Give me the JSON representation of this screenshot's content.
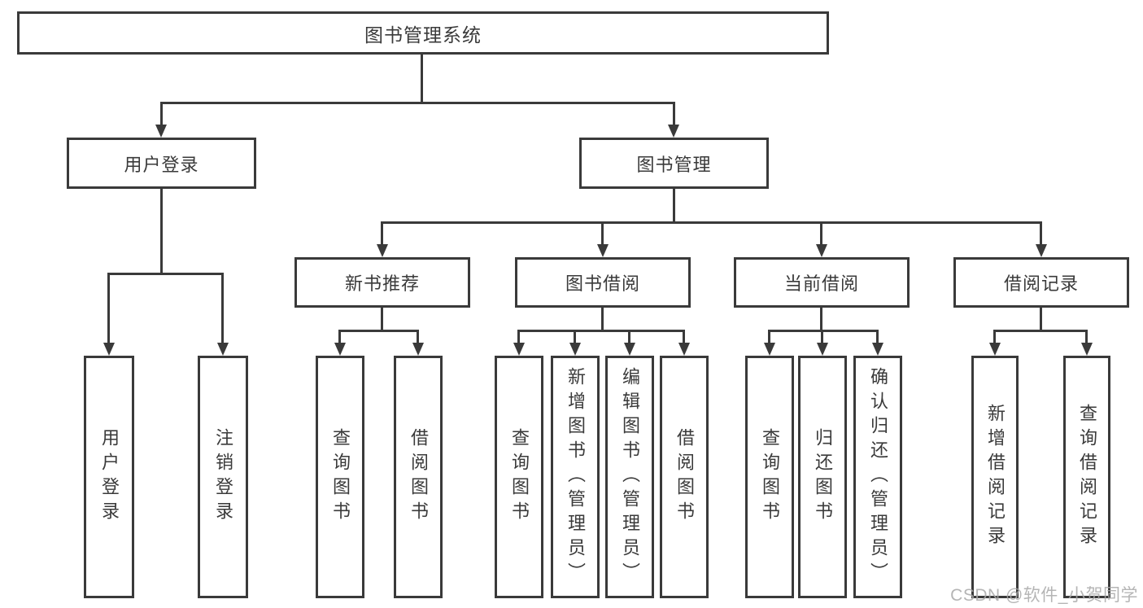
{
  "colors": {
    "line": "#3a3a3a",
    "box_border": "#3a3a3a",
    "text": "#3a3a3a",
    "background": "#ffffff",
    "watermark": "#a8a8a8"
  },
  "nodes": {
    "root": "图书管理系统",
    "level2": {
      "user_login": "用户登录",
      "book_mgmt": "图书管理"
    },
    "user_login_children": {
      "login": "用户登录",
      "logout": "注销登录"
    },
    "level3": {
      "new_book_rec": "新书推荐",
      "book_borrow": "图书借阅",
      "current_borrow": "当前借阅",
      "borrow_record": "借阅记录"
    },
    "new_book_rec_children": {
      "query": "查询图书",
      "borrow": "借阅图书"
    },
    "book_borrow_children": {
      "query": "查询图书",
      "add": "新增图书（管理员）",
      "edit": "编辑图书（管理员）",
      "borrow": "借阅图书"
    },
    "current_borrow_children": {
      "query": "查询图书",
      "return": "归还图书",
      "confirm": "确认归还（管理员）"
    },
    "borrow_record_children": {
      "add": "新增借阅记录",
      "query": "查询借阅记录"
    }
  },
  "watermark": "CSDN @软件_小贺同学"
}
